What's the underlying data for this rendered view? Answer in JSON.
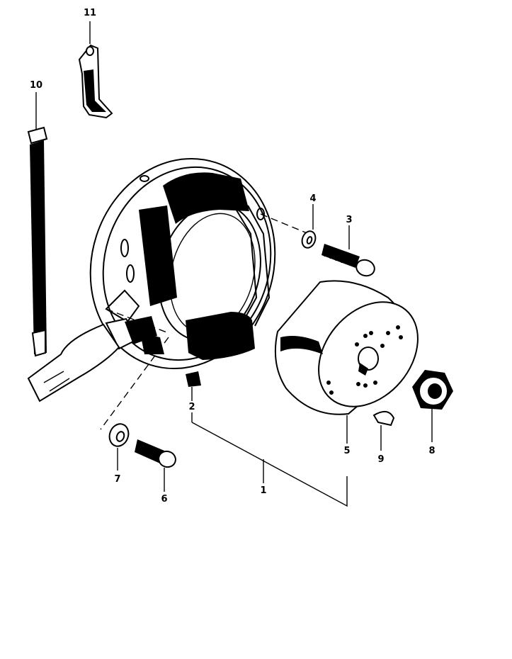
{
  "diagram": {
    "parts": [
      {
        "id": "p1",
        "label": "1"
      },
      {
        "id": "p2",
        "label": "2"
      },
      {
        "id": "p3",
        "label": "3"
      },
      {
        "id": "p4",
        "label": "4"
      },
      {
        "id": "p5",
        "label": "5"
      },
      {
        "id": "p6",
        "label": "6"
      },
      {
        "id": "p7",
        "label": "7"
      },
      {
        "id": "p8",
        "label": "8"
      },
      {
        "id": "p9",
        "label": "9"
      },
      {
        "id": "p10",
        "label": "10"
      },
      {
        "id": "p11",
        "label": "11"
      }
    ]
  }
}
